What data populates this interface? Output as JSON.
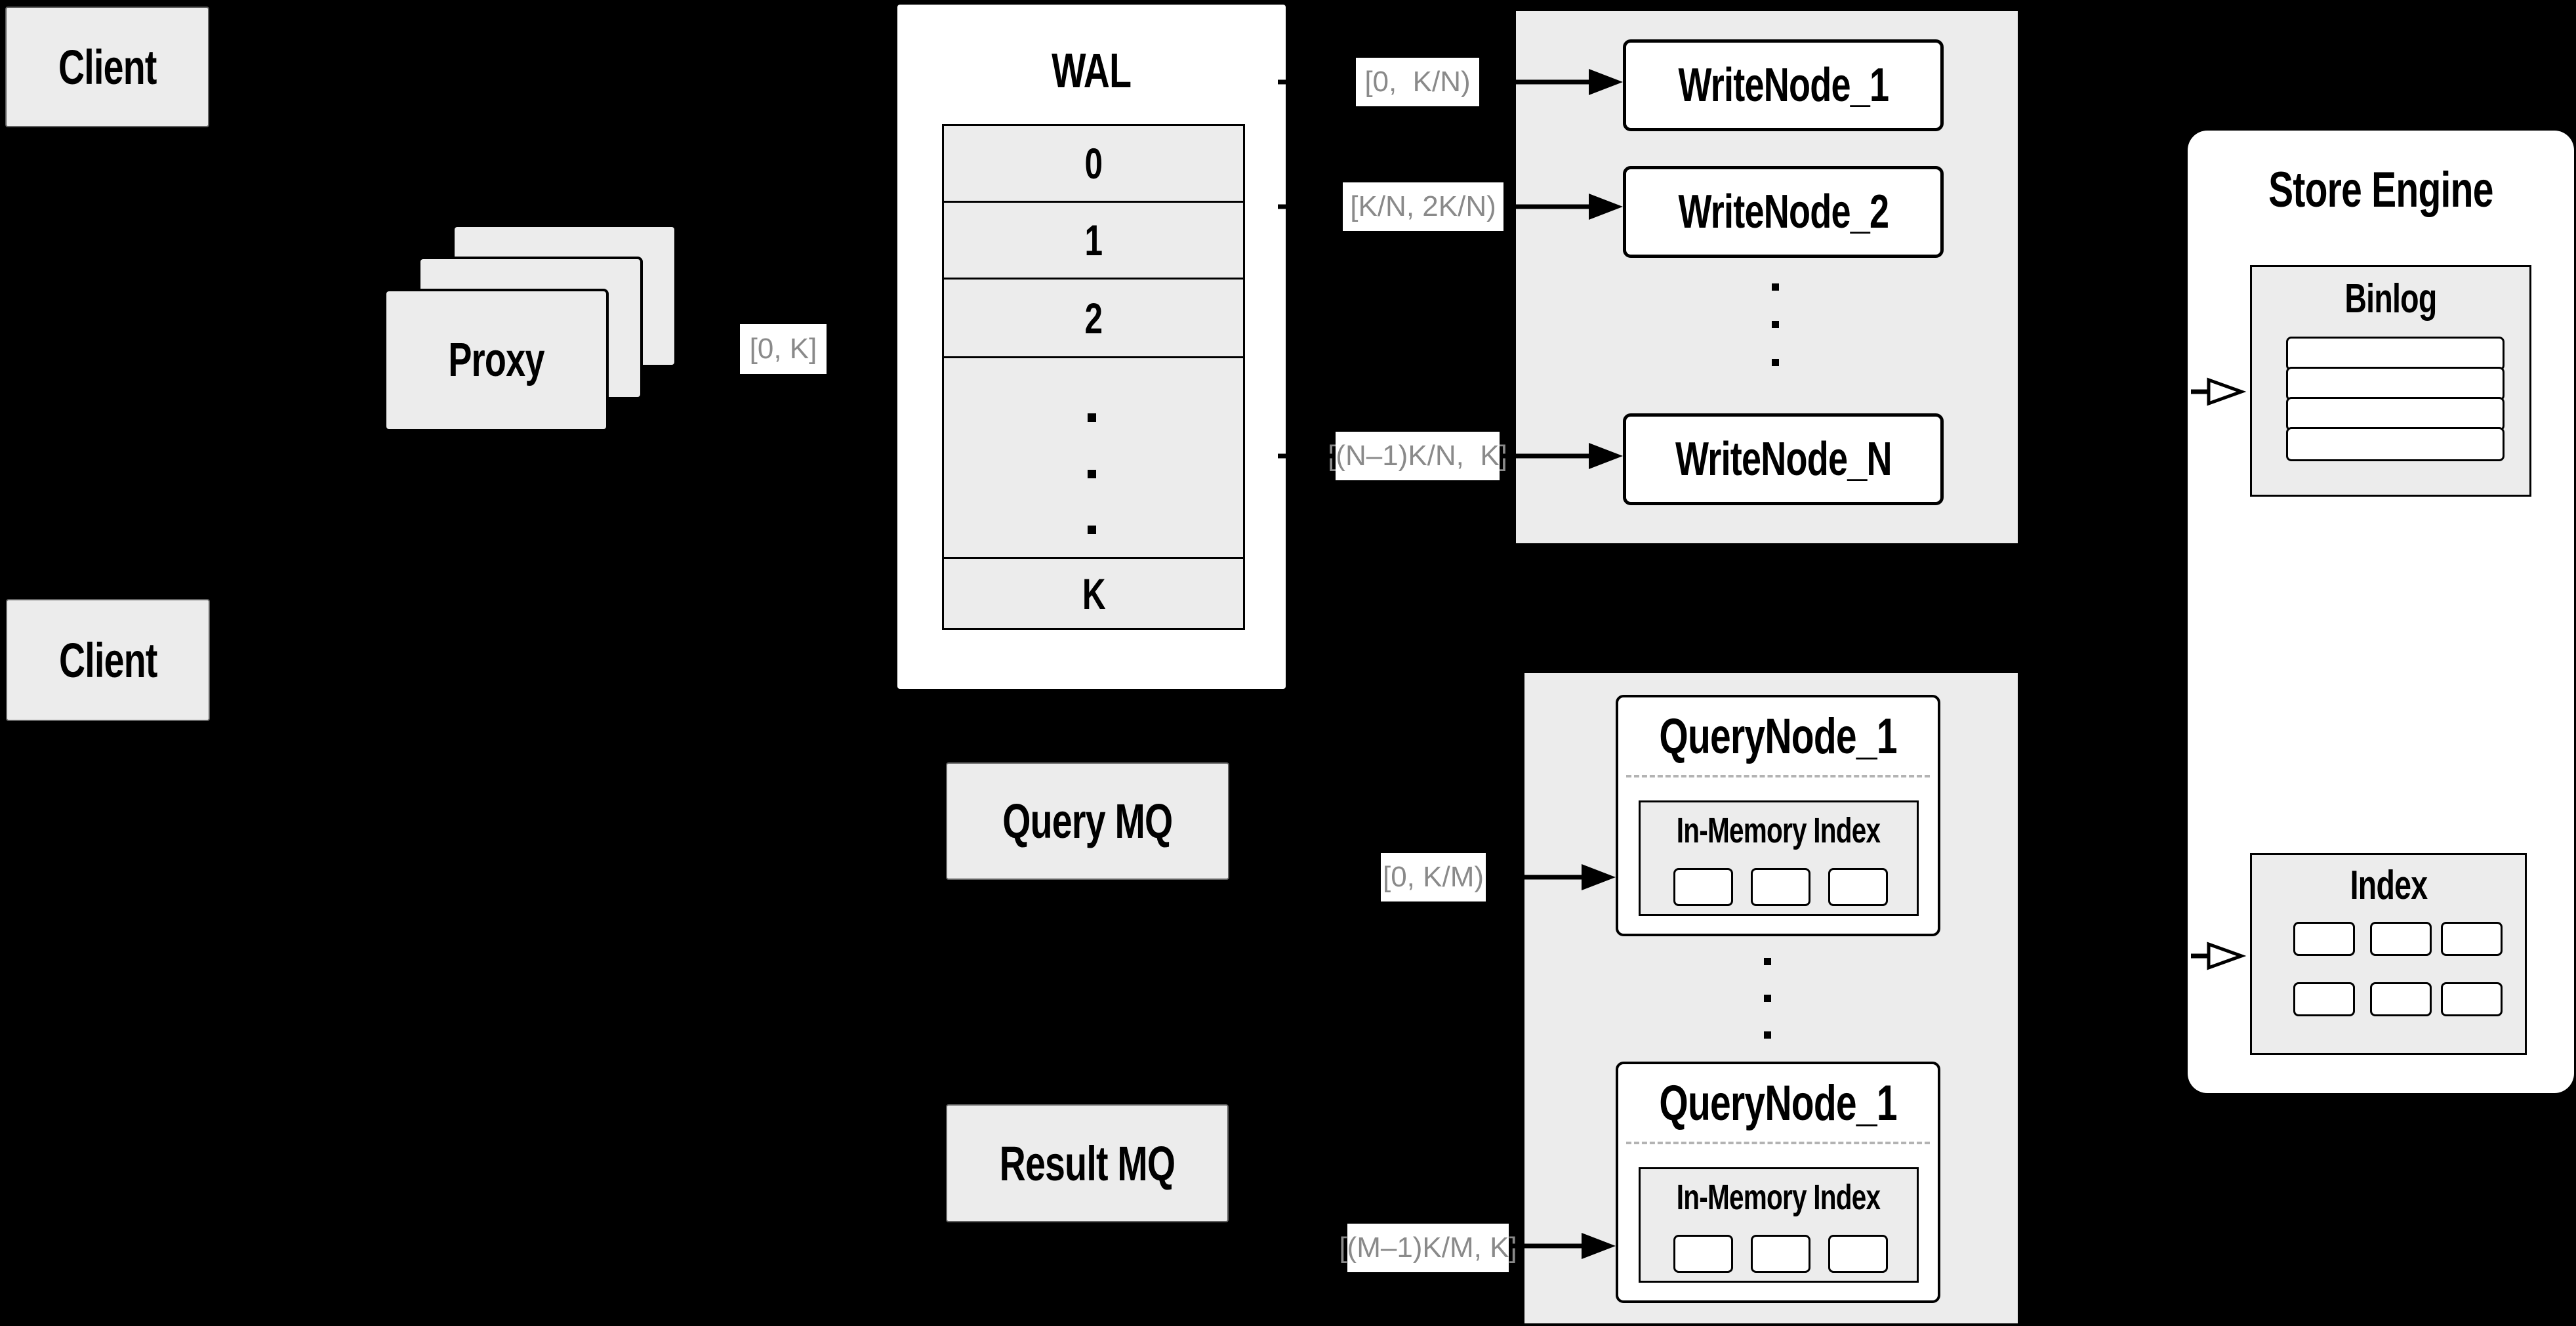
{
  "colors": {
    "background": "#000000",
    "panel": "#ececec",
    "box_white": "#ffffff",
    "border": "#000000",
    "label_text": "#8a8a8a",
    "divider_dash": "#b3b3b3"
  },
  "clients": {
    "top": "Client",
    "bottom": "Client"
  },
  "proxy": {
    "label": "Proxy"
  },
  "range_labels": {
    "proxy_out": "[0, K]",
    "write_1": "[0,  K/N)",
    "write_2": "[K/N, 2K/N)",
    "write_n": "[(N–1)K/N,  K]",
    "query_1": "[0, K/M)",
    "query_m": "[(M–1)K/M, K]"
  },
  "wal": {
    "title": "WAL",
    "rows": [
      "0",
      "1",
      "2"
    ],
    "tail_row": "K"
  },
  "write_nodes": {
    "node_1": "WriteNode_1",
    "node_2": "WriteNode_2",
    "node_n": "WriteNode_N"
  },
  "mq": {
    "query": "Query MQ",
    "result": "Result MQ"
  },
  "query_nodes": {
    "first": {
      "title": "QueryNode_1",
      "inmem": "In-Memory Index"
    },
    "second": {
      "title": "QueryNode_1",
      "inmem": "In-Memory Index"
    }
  },
  "store": {
    "title": "Store Engine",
    "binlog": "Binlog",
    "index": "Index"
  }
}
